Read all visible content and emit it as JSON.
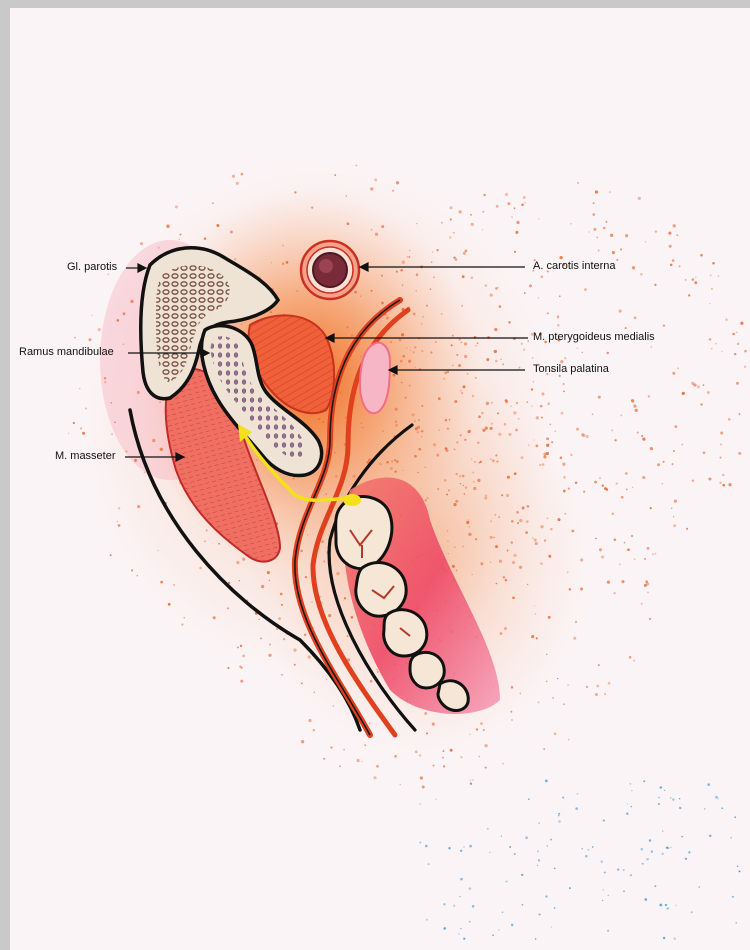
{
  "labels": {
    "gl_parotis": "Gl. parotis",
    "a_carotis_interna": "A. carotis interna",
    "m_pterygoideus_medialis": "M. pterygoideus medialis",
    "ramus_mandibulae": "Ramus mandibulae",
    "tonsila_palatina": "Tonsila palatina",
    "m_masseter": "M. masseter"
  },
  "colors": {
    "paper": "#fbf4f6",
    "spray_orange": "#e8622a",
    "muscle": "#f0603a",
    "masseter": "#ef6f62",
    "bone": "#efe3d6",
    "marrow": "#7a4b3c",
    "carotid": "#7a2b3a",
    "arrow_yellow": "#f4e11c",
    "gum": "#ef4d64",
    "tooth": "#f6e6d6"
  },
  "icons": [
    "label-leader-arrow",
    "yellow-spread-arrow"
  ]
}
